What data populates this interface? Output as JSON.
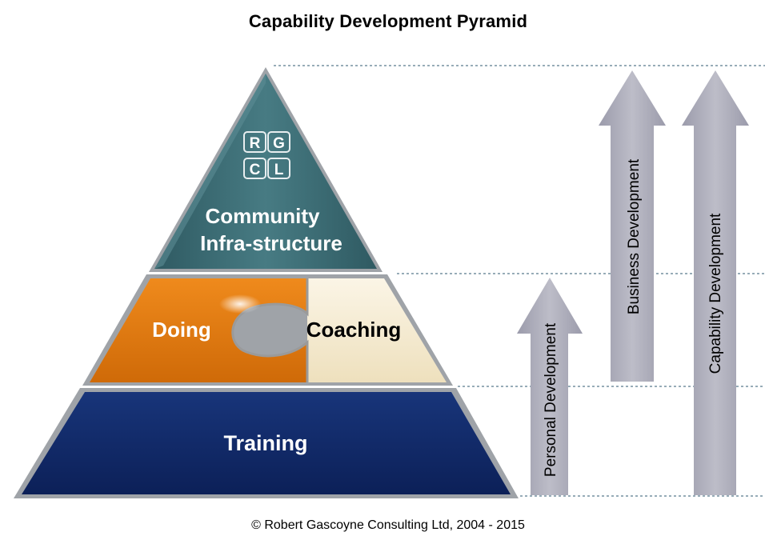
{
  "title": "Capability Development Pyramid",
  "footer": "© Robert Gascoyne Consulting Ltd, 2004 - 2015",
  "logo": {
    "letters": [
      "R",
      "G",
      "C",
      "L"
    ]
  },
  "pyramid": {
    "top": {
      "line1": "Community",
      "line2": "Infra-structure"
    },
    "middle": {
      "left": "Doing",
      "right": "Coaching"
    },
    "bottom": {
      "label": "Training"
    }
  },
  "arrows": {
    "personal": "Personal Development",
    "business": "Business Development",
    "capability": "Capability Development"
  },
  "colors": {
    "top": "#3f6e76",
    "doing": "#e07810",
    "coaching": "#f4ead2",
    "training": "#112a66",
    "arrow": "#a7a7b4"
  }
}
